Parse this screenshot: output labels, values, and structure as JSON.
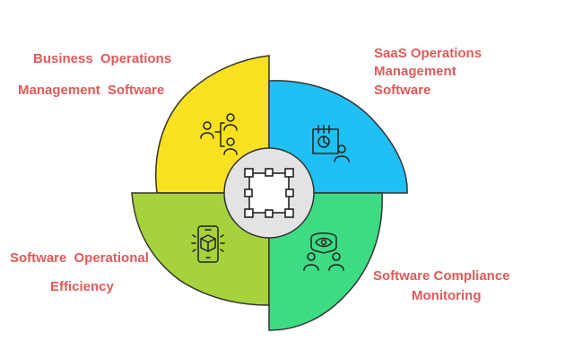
{
  "diagram": {
    "center_icon": "frame-icon",
    "colors": {
      "label": "#e05a5a",
      "top_left": "#f9e11f",
      "top_right": "#1ec0f5",
      "bottom_left": "#a6d23c",
      "bottom_right": "#3ddc84",
      "center": "#e3e3e3",
      "outline": "#333333"
    },
    "segments": [
      {
        "id": "business-operations",
        "icon": "org-chart-icon",
        "lines": [
          "Business Operations",
          "Management Software"
        ]
      },
      {
        "id": "saas-operations",
        "icon": "analytics-user-icon",
        "lines": [
          "SaaS Operations",
          "Management",
          "Software"
        ]
      },
      {
        "id": "software-operational-efficiency",
        "icon": "mobile-box-icon",
        "lines": [
          "Software Operational",
          "Efficiency"
        ]
      },
      {
        "id": "software-compliance",
        "icon": "monitoring-eye-icon",
        "lines": [
          "Software Compliance",
          "Monitoring"
        ]
      }
    ]
  }
}
